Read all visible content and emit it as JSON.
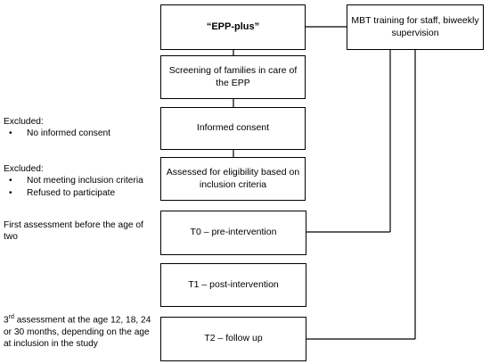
{
  "boxes": {
    "epp_plus": "“EPP-plus”",
    "mbt": "MBT training for staff, biweekly supervision",
    "screening": "Screening of families in care of the EPP",
    "consent": "Informed consent",
    "eligibility": "Assessed for eligibility based on inclusion criteria",
    "t0": "T0 – pre-intervention",
    "t1": "T1 – post-intervention",
    "t2": "T2 – follow up"
  },
  "notes": {
    "excluded1": {
      "title": "Excluded:",
      "bullet": "•",
      "items": [
        "No informed consent"
      ]
    },
    "excluded2": {
      "title": "Excluded:",
      "bullet": "•",
      "items": [
        "Not meeting inclusion criteria",
        "Refused to participate"
      ]
    },
    "first_assessment": "First assessment before the age of two",
    "third_assessment": {
      "prefix": "3",
      "sup": "rd",
      "text": " assessment at the age 12, 18, 24 or 30 months, depending on the age at inclusion in the study"
    }
  }
}
